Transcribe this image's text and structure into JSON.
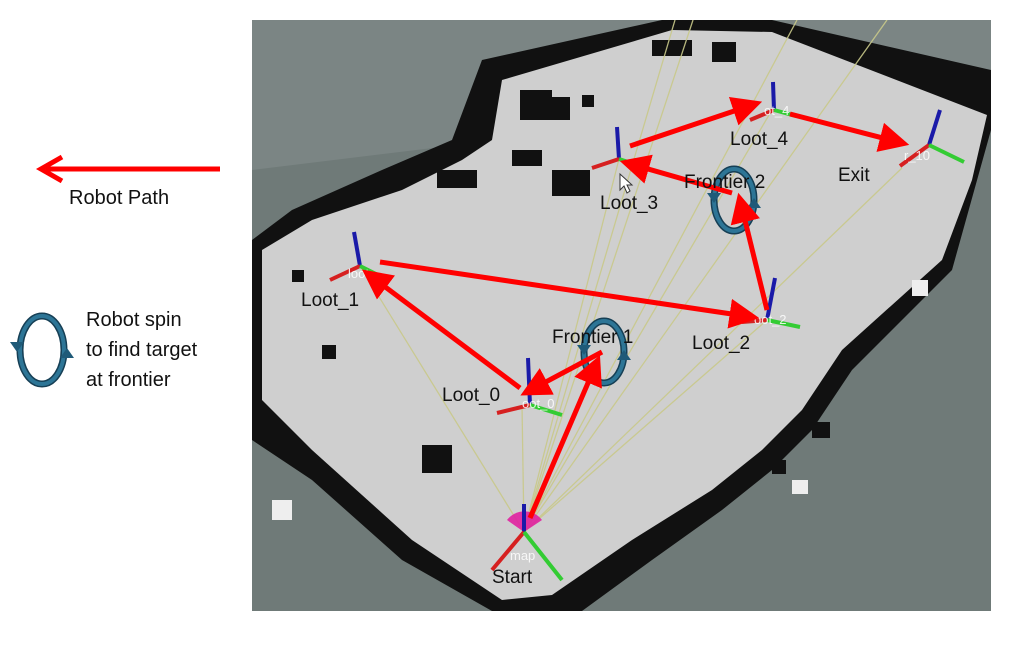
{
  "legend": {
    "path_label": "Robot Path",
    "spin_line1": "Robot spin",
    "spin_line2": "to find target",
    "spin_line3": "at frontier"
  },
  "colors": {
    "path": "#ff0000",
    "spin": "#1f5a78",
    "floor": "#cfcfcf",
    "wall": "#111111",
    "unknown": "#6f7a78",
    "sight_line": "#c9c98a",
    "axis_x": "#d62020",
    "axis_y": "#33cc33",
    "axis_z": "#1a1aa8",
    "robot": "#e020a0"
  },
  "map": {
    "labels": {
      "start": "Start",
      "loot_0": "Loot_0",
      "loot_1": "Loot_1",
      "loot_2": "Loot_2",
      "loot_3": "Loot_3",
      "loot_4": "Loot_4",
      "exit": "Exit",
      "frontier_1": "Frontier 1",
      "frontier_2": "Frontier 2"
    },
    "marker_texts": {
      "start_map": "map",
      "loot_0_tag": "oot_0",
      "loot_1_tag": "loot",
      "loot_2_tag": "oot_2",
      "loot_4_tag": "ot_4",
      "exit_tag": "r_10"
    }
  }
}
